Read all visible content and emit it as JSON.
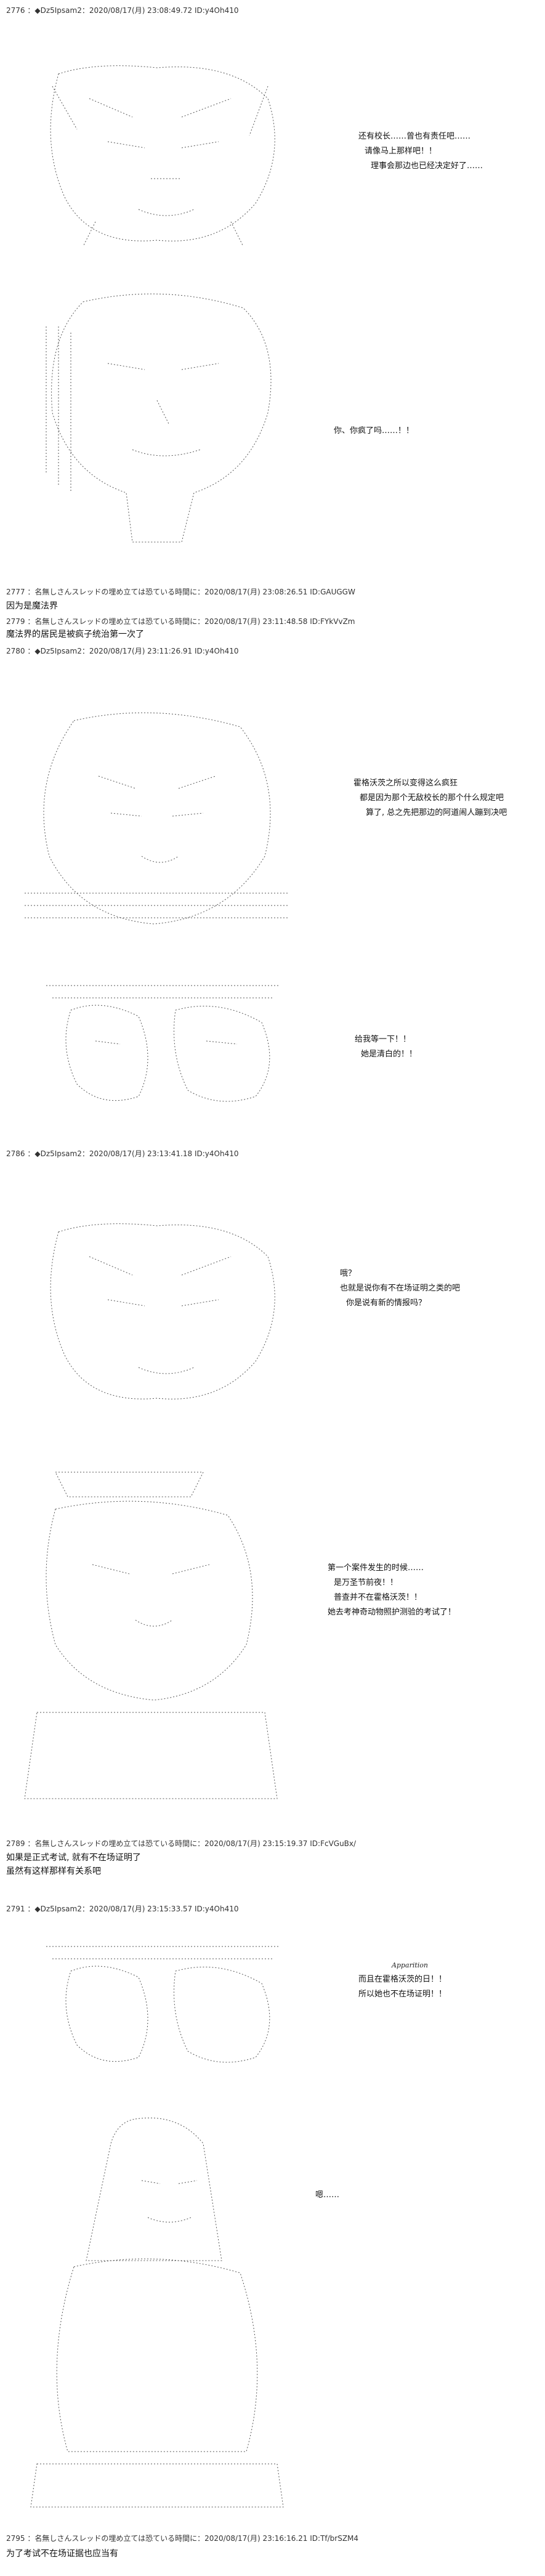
{
  "headers": [
    "2776 ：◆Dz5Ipsam2：2020/08/17(月) 23:08:49.72 ID:y4Oh410",
    "2777 ：名無しさんスレッドの埋め立ては恐ている時間に：2020/08/17(月) 23:08:26.51 ID:GAUGGW",
    "2779 ：名無しさんスレッドの埋め立ては恐ている時間に：2020/08/17(月) 23:11:48.58 ID:FYkVvZm",
    "2780 ：◆Dz5Ipsam2：2020/08/17(月) 23:11:26.91 ID:y4Oh410",
    "2786 ：◆Dz5Ipsam2：2020/08/17(月) 23:13:41.18 ID:y4Oh410",
    "2789 ：名無しさんスレッドの埋め立ては恐ている時間に：2020/08/17(月) 23:15:19.37 ID:FcVGuBx/",
    "2791 ：◆Dz5Ipsam2：2020/08/17(月) 23:15:33.57 ID:y4Oh410",
    "2795 ：名無しさんスレッドの埋め立ては恐ている時間に：2020/08/17(月) 23:16:16.21 ID:Tf/brSZM4"
  ],
  "replies": {
    "r2777": "因为是魔法界",
    "r2779": "魔法界的居民是被疯子统治第一次了",
    "r2789_1": "如果是正式考试, 就有不在场证明了",
    "r2789_2": "虽然有这样那样有关系吧",
    "r2795": "为了考试不在场证据也应当有"
  },
  "dialogue": {
    "p2776_1": "还有校长……曾也有责任吧……",
    "p2776_2": "请像马上那样吧！！",
    "p2776_3": "理事会那边也已经决定好了……",
    "p2776_4": "你、你疯了吗……！！",
    "p2780_1": "霍格沃茨之所以变得这么疯狂",
    "p2780_2": "都是因为那个无敌校长的那个什么规定吧",
    "p2780_3": "算了, 总之先把那边的阿道闹人蹦到决吧",
    "p2780_4": "给我等一下！！",
    "p2780_5": "她是清白的！！",
    "p2786_1": "哦？",
    "p2786_2": "也就是说你有不在场证明之类的吧",
    "p2786_3": "你是说有新的情报吗？",
    "p2786_4": "第一个案件发生的时候……",
    "p2786_5": "是万圣节前夜！！",
    "p2786_6": "普查并不在霍格沃茨！！",
    "p2786_7": "她去考神奇动物照护测验的考试了！",
    "p2791_1": "而且在霍格沃茨的日！！",
    "p2791_2": "所以她也不在场证明！！",
    "p2791_3": "嗯……"
  },
  "annotations": {
    "apparition": "Apparition"
  },
  "icons": {
    "art": "ascii-art-figure"
  }
}
